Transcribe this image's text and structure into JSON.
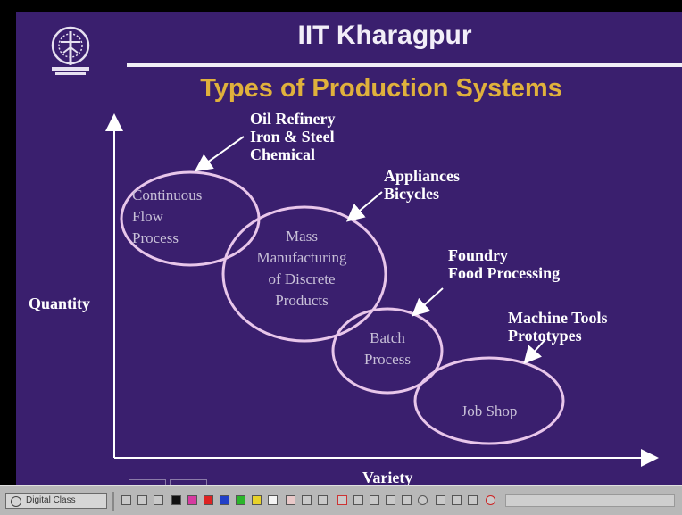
{
  "header": {
    "institute": "IIT Kharagpur",
    "slide_title": "Types of Production Systems"
  },
  "axes": {
    "y_label": "Quantity",
    "x_label": "Variety"
  },
  "systems": [
    {
      "name": "Continuous\nFlow\nProcess",
      "examples": "Oil Refinery\nIron & Steel\nChemical"
    },
    {
      "name": "Mass\nManufacturing\nof Discrete\nProducts",
      "examples": "Appliances\nBicycles"
    },
    {
      "name": "Batch\nProcess",
      "examples": "Foundry\nFood Processing"
    },
    {
      "name": "Job Shop",
      "examples": "Machine Tools\nPrototypes"
    }
  ],
  "taskbar": {
    "start_label": "Digital Class"
  },
  "colors": {
    "background": "#3a1f6e",
    "title_gold": "#e0b13c",
    "header_white": "#ffffff",
    "ellipse_stroke": "#e8c6ea"
  }
}
